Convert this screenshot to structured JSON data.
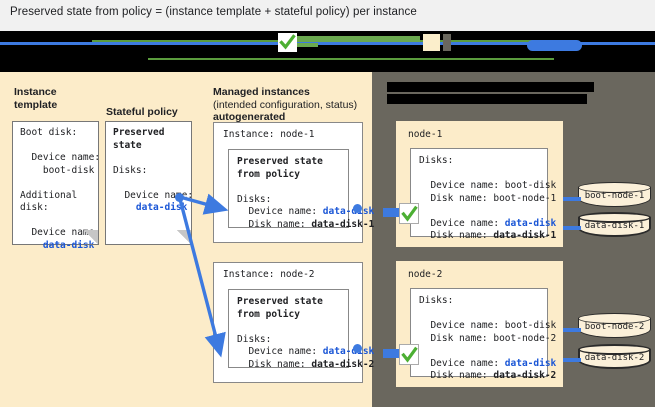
{
  "caption": "Preserved state from policy = (instance template + stateful policy) per instance",
  "colors": {
    "panel_left_bg": "#fcecc9",
    "panel_right_bg": "#6a675e",
    "accent_blue": "#1a56d6",
    "connector_blue": "#3d7ae0",
    "check_green": "#4caf33",
    "legend_green": "#6aa84f",
    "disk_fill": "#fbf0d9",
    "redaction_black": "#000000"
  },
  "legend": {
    "redacted": true,
    "items": [
      {
        "name": "check-icon",
        "label": ""
      },
      {
        "name": "green-rule",
        "label": ""
      },
      {
        "name": "cream-swatch",
        "label": ""
      },
      {
        "name": "grey-swatch",
        "label": ""
      },
      {
        "name": "blue-pill",
        "label": ""
      }
    ]
  },
  "columns": {
    "instance_template": {
      "heading_line1": "Instance",
      "heading_line2": "template",
      "doc_lines": [
        {
          "text": "Boot disk:",
          "style": "plain"
        },
        {
          "text": "",
          "style": "plain"
        },
        {
          "text": "  Device name:",
          "style": "plain"
        },
        {
          "text": "    boot-disk",
          "style": "plain"
        },
        {
          "text": "",
          "style": "plain"
        },
        {
          "text": "Additional",
          "style": "plain"
        },
        {
          "text": "disk:",
          "style": "plain"
        },
        {
          "text": "",
          "style": "plain"
        },
        {
          "text": "  Device name:",
          "style": "plain"
        },
        {
          "text": "    data-disk",
          "style": "blue"
        }
      ]
    },
    "stateful_policy": {
      "heading_line1": "Stateful policy",
      "heading_line2": "",
      "doc_lines": [
        {
          "text": "Preserved",
          "style": "bold"
        },
        {
          "text": "state",
          "style": "bold"
        },
        {
          "text": "",
          "style": "plain"
        },
        {
          "text": "Disks:",
          "style": "plain"
        },
        {
          "text": "",
          "style": "plain"
        },
        {
          "text": "  Device name:",
          "style": "plain"
        },
        {
          "text": "    data-disk",
          "style": "blue"
        }
      ]
    },
    "managed_instances": {
      "heading_line1": "Managed instances",
      "heading_line2": "(intended configuration, status)",
      "heading_line3": "autogenerated",
      "instances": [
        {
          "title": "Instance: node-1",
          "inner_title_line1": "Preserved state",
          "inner_title_line2": "from policy",
          "disks_label": "Disks:",
          "device_label": "  Device name: ",
          "device_value": "data-disk",
          "disk_label": "  Disk name: ",
          "disk_value": "data-disk-1"
        },
        {
          "title": "Instance: node-2",
          "inner_title_line1": "Preserved state",
          "inner_title_line2": "from policy",
          "disks_label": "Disks:",
          "device_label": "  Device name: ",
          "device_value": "data-disk",
          "disk_label": "  Disk name: ",
          "disk_value": "data-disk-2"
        }
      ]
    },
    "right_panel": {
      "heading_line1_redacted": "",
      "heading_line2_redacted": "",
      "nodes": [
        {
          "name": "node-1",
          "disks_label": "Disks:",
          "boot_device_label": "  Device name: ",
          "boot_device_value": "boot-disk",
          "boot_disk_label": "  Disk name: ",
          "boot_disk_value": "boot-node-1",
          "data_device_label": "  Device name: ",
          "data_device_value": "data-disk",
          "data_disk_label": "  Disk name: ",
          "data_disk_value": "data-disk-1",
          "cylinders": [
            {
              "label": "boot-node-1",
              "emphasis": false
            },
            {
              "label": "data-disk-1",
              "emphasis": true
            }
          ]
        },
        {
          "name": "node-2",
          "disks_label": "Disks:",
          "boot_device_label": "  Device name: ",
          "boot_device_value": "boot-disk",
          "boot_disk_label": "  Disk name: ",
          "boot_disk_value": "boot-node-2",
          "data_device_label": "  Device name: ",
          "data_device_value": "data-disk",
          "data_disk_label": "  Disk name: ",
          "data_disk_value": "data-disk-2",
          "cylinders": [
            {
              "label": "boot-node-2",
              "emphasis": false
            },
            {
              "label": "data-disk-2",
              "emphasis": true
            }
          ]
        }
      ]
    }
  }
}
